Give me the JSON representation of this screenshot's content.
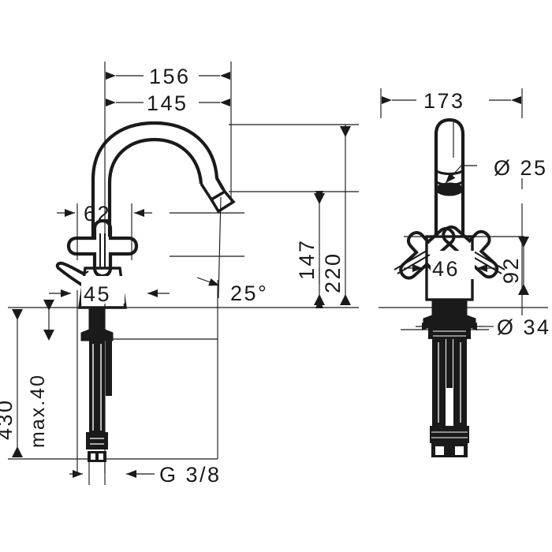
{
  "drawing": {
    "title": "Two-handle basin mixer technical dimension drawing",
    "line_color": "#1a1a1a",
    "bg_color": "#ffffff",
    "views": [
      {
        "name": "front-view",
        "position": "left"
      },
      {
        "name": "side-view",
        "position": "right"
      }
    ]
  },
  "dimensions": {
    "spout_reach_outer": "156",
    "spout_reach_inner": "145",
    "handle_span": "62",
    "body_width": "45",
    "outlet_angle": "25°",
    "spout_height": "147",
    "total_height": "220",
    "side_handle_span": "173",
    "spout_diameter": "Ø 25",
    "handle_height": "92",
    "side_body_width": "46",
    "shank_diameter": "Ø 34",
    "install_depth": "430",
    "max_thickness": "max.40",
    "thread": "G 3/8"
  }
}
